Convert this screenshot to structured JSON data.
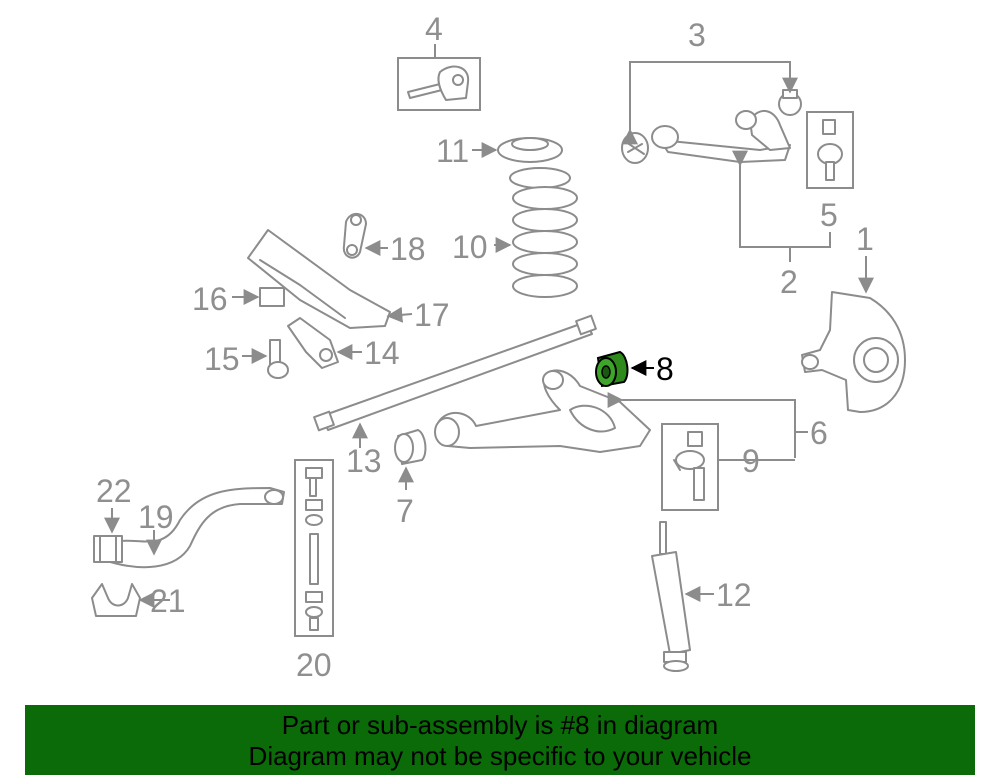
{
  "diagram": {
    "callouts": {
      "c1": "1",
      "c2": "2",
      "c3": "3",
      "c4": "4",
      "c5": "5",
      "c6": "6",
      "c7": "7",
      "c8": "8",
      "c9": "9",
      "c10": "10",
      "c11": "11",
      "c12": "12",
      "c13": "13",
      "c14": "14",
      "c15": "15",
      "c16": "16",
      "c17": "17",
      "c18": "18",
      "c19": "19",
      "c20": "20",
      "c21": "21",
      "c22": "22"
    },
    "highlighted_part": "8",
    "colors": {
      "highlight_part": "#2e8a1c",
      "line_art": "#8c8c8c",
      "banner_background": "#0a6b08"
    }
  },
  "footer": {
    "line1": "Part or sub-assembly is #8 in diagram",
    "line2": "Diagram may not be specific to your vehicle"
  }
}
